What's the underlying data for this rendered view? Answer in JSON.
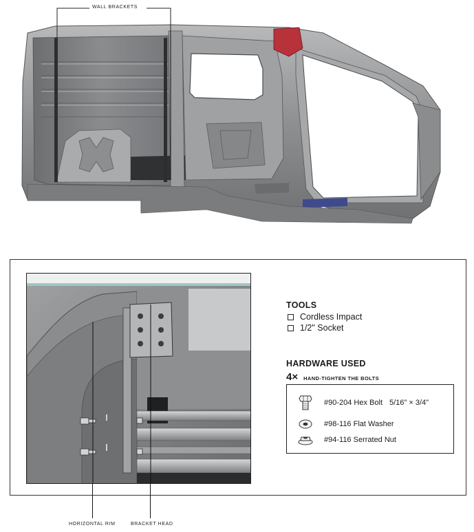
{
  "top_diagram": {
    "callout": "WALL BRACKETS"
  },
  "detail_diagram": {
    "callouts": {
      "horizontal_rim": "HORIZONTAL RIM",
      "bracket_head": "BRACKET HEAD"
    }
  },
  "tools": {
    "title": "TOOLS",
    "items": [
      "Cordless Impact",
      "1/2\" Socket"
    ]
  },
  "hardware": {
    "title": "HARDWARE USED",
    "quantity": "4×",
    "instruction": "HAND-TIGHTEN THE BOLTS",
    "items": [
      {
        "icon": "hex-bolt-icon",
        "label": "#90-204 Hex Bolt",
        "spec": "5/16\" × 3/4\""
      },
      {
        "icon": "flat-washer-icon",
        "label": "#98-116 Flat Washer",
        "spec": ""
      },
      {
        "icon": "serrated-nut-icon",
        "label": "#94-116 Serrated Nut",
        "spec": ""
      }
    ]
  },
  "colors": {
    "body_panel": "#8f9193",
    "frame_red": "#b8323a",
    "frame_blue": "#3e4a8c"
  }
}
